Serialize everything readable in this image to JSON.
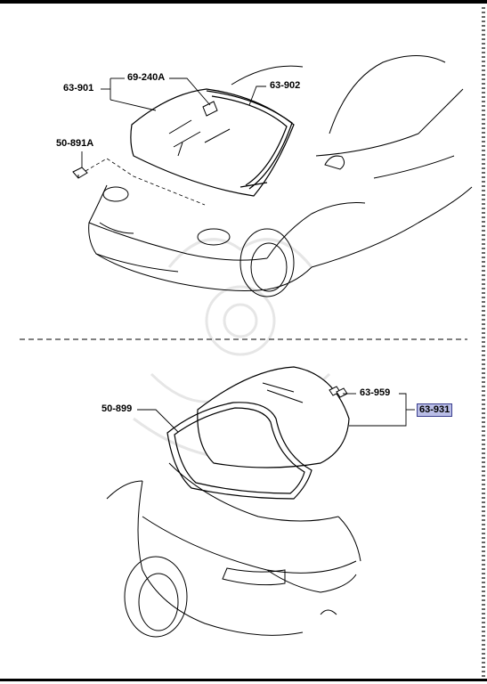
{
  "parts": {
    "p_63_901": "63-901",
    "p_69_240A": "69-240A",
    "p_63_902": "63-902",
    "p_50_891A": "50-891A",
    "p_50_899": "50-899",
    "p_63_959": "63-959",
    "p_63_931": "63-931"
  },
  "colors": {
    "line": "#000000",
    "highlight_fill": "#b9bde6",
    "highlight_border": "#3b3f8f",
    "watermark": "#e6e6e6"
  }
}
